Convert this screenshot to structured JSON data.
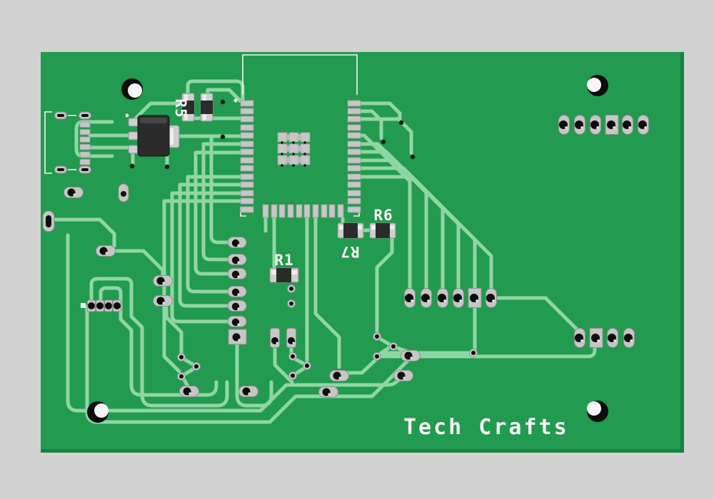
{
  "scene": {
    "type": "pcb-3d-render-top-view",
    "background_color": "#d2d2d2"
  },
  "board": {
    "solder_mask_color": "#229a4f",
    "board_edge_color": "#17813e",
    "trace_color": "#90d6a5",
    "pad_color": "#c6c6c6",
    "pad_border_color": "#8f8f8f",
    "hole_color": "#0d0d0d",
    "silkscreen_color": "#f4f4f4",
    "component_body_color": "#2b2b2b",
    "component_cap_color": "#cfcfcf",
    "brand": {
      "text": "Tech Crafts"
    },
    "designators": [
      {
        "id": "R1",
        "label": "R1",
        "rotation_deg": 0
      },
      {
        "id": "R5",
        "label": "R5",
        "rotation_deg": 90
      },
      {
        "id": "R6",
        "label": "R6",
        "rotation_deg": 0
      },
      {
        "id": "R7",
        "label": "R7",
        "rotation_deg": 180
      }
    ],
    "mounting_hole_count": 4
  }
}
